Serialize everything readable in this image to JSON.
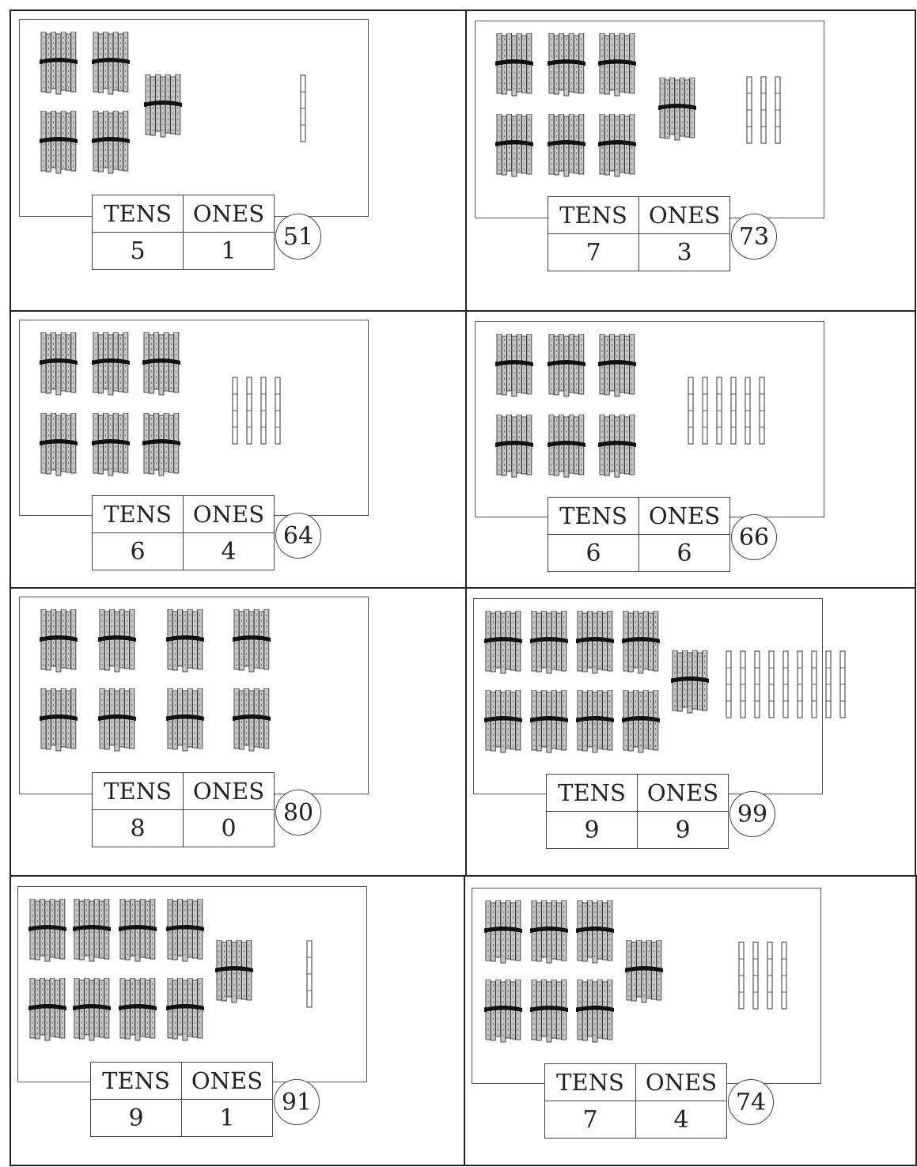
{
  "worksheet": {
    "header_tens": "TENS",
    "header_ones": "ONES",
    "problems": [
      {
        "tens": "5",
        "ones": "1",
        "answer": "51"
      },
      {
        "tens": "7",
        "ones": "3",
        "answer": "73"
      },
      {
        "tens": "6",
        "ones": "4",
        "answer": "64"
      },
      {
        "tens": "6",
        "ones": "6",
        "answer": "66"
      },
      {
        "tens": "8",
        "ones": "0",
        "answer": "80"
      },
      {
        "tens": "9",
        "ones": "9",
        "answer": "99"
      },
      {
        "tens": "9",
        "ones": "1",
        "answer": "91"
      },
      {
        "tens": "7",
        "ones": "4",
        "answer": "74"
      }
    ]
  },
  "colors": {
    "ink": "#222222",
    "bundle_fill": "#c8c8c8",
    "band": "#111111"
  },
  "icons": {
    "ten_bundle": "bundle-of-ten-sticks-icon",
    "one_stick": "single-stick-icon"
  }
}
